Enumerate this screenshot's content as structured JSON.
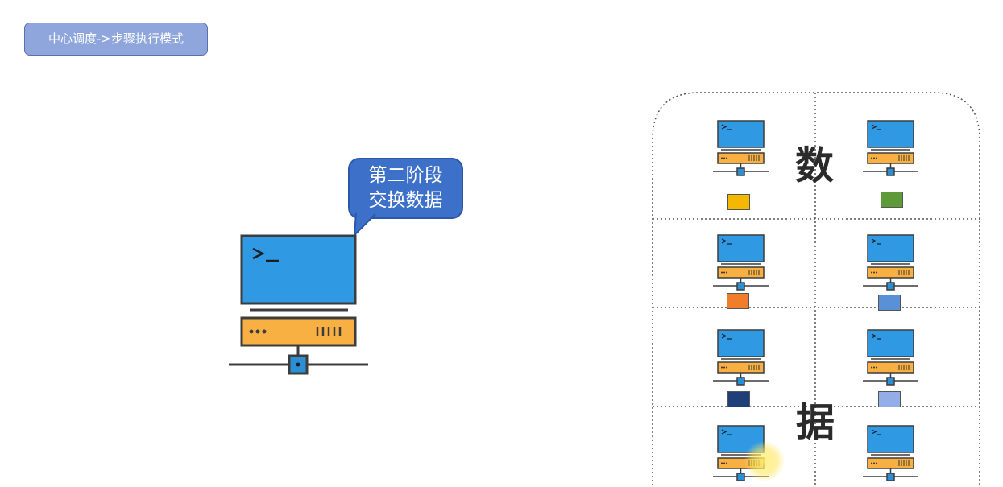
{
  "header": {
    "mode_label": "中心调度->步骤执行模式"
  },
  "bubble": {
    "line1": "第二阶段",
    "line2": "交换数据"
  },
  "cluster": {
    "char_top": "数",
    "char_bottom": "据",
    "block_colors": [
      "#f5b800",
      "#5e9a3a",
      "#ef7d2c",
      "#5a91d6",
      "#1f3f78",
      "#93aee6"
    ]
  },
  "colors": {
    "screen": "#2f9ae3",
    "outline": "#3c3c3c",
    "server_base": "#f8b043",
    "node": "#2b8fd6",
    "bubble": "#3c70c9",
    "badge": "#8fa6dc"
  },
  "icons": {
    "prompt": "terminal-prompt-icon"
  }
}
